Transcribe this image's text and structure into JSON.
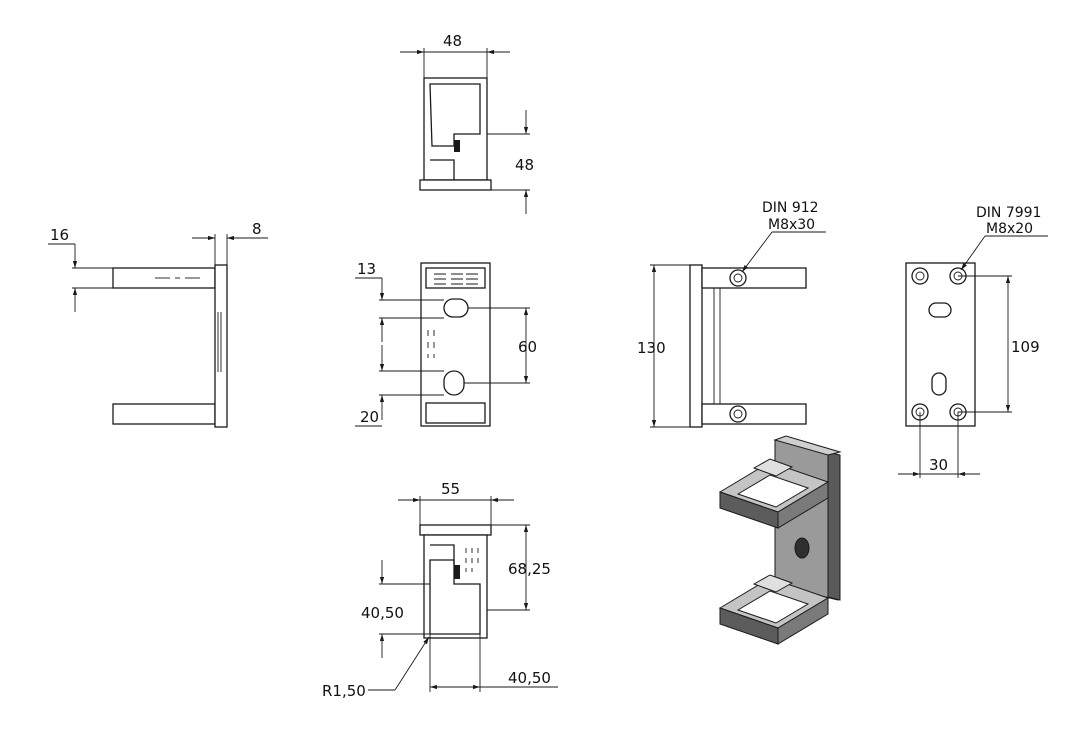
{
  "colors": {
    "line": "#1a1a1a",
    "paper": "#ffffff",
    "iso_top": "#bfbfbf",
    "iso_side": "#6e6e6e",
    "iso_dark": "#3d3d3d"
  },
  "top_view": {
    "width_dim": "48",
    "height_dim": "48"
  },
  "left_side_view": {
    "upper_dim": "16",
    "right_dim": "8"
  },
  "front_view": {
    "top_offset_dim": "13",
    "slot_spacing_dim": "60",
    "bottom_offset_dim": "20"
  },
  "bottom_view": {
    "width_dim": "55",
    "height_dim": "68,25",
    "inner_height_dim": "40,50",
    "inner_width_dim": "40,50",
    "radius_dim": "R1,50"
  },
  "right_side_view": {
    "height_dim": "130",
    "screw_line1": "DIN 912",
    "screw_line2": "M8x30"
  },
  "rear_view": {
    "hole_spacing_v_dim": "109",
    "hole_spacing_h_dim": "30",
    "insert_line1": "DIN 7991",
    "insert_line2": "M8x20"
  }
}
